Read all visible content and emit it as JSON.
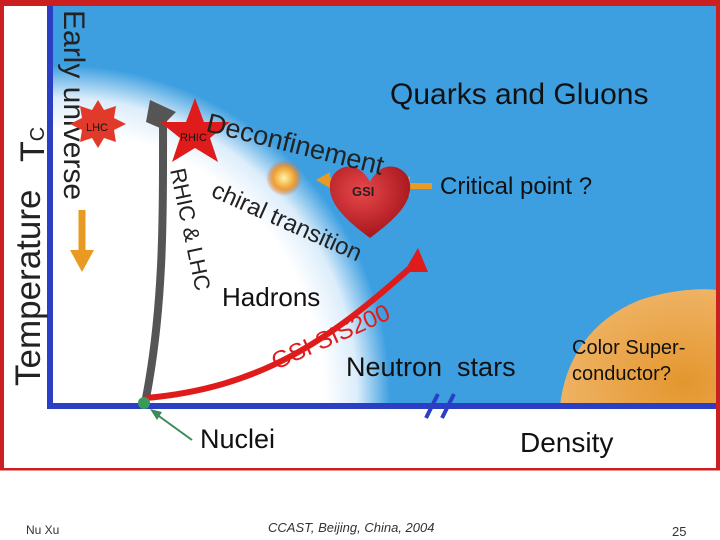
{
  "slide": {
    "y_axis_label": "Temperature",
    "tc_label": "T",
    "tc_subscript": "C",
    "x_axis_label": "Density",
    "nuclei_label": "Nuclei",
    "early_universe": "Early universe",
    "quarks_gluons": "Quarks and Gluons",
    "deconfinement": "Deconfinement",
    "chiral_transition": "chiral transition",
    "critical_point": "Critical point ?",
    "hadrons": "Hadrons",
    "gsi_sis200": "GSI SIS200",
    "neutron_stars": "Neutron  stars",
    "color_super_1": "Color Super-",
    "color_super_2": "conductor?",
    "rhic_lhc": "RHIC & LHC",
    "lhc_badge": "LHC",
    "rhic_badge": "RHIC",
    "gsi_badge": "GSI"
  },
  "footer": {
    "author": "Nu Xu",
    "event": "CCAST, Beijing, China, 2004",
    "page": "25"
  },
  "colors": {
    "frame": "#cc1f1f",
    "sky": "#3d9fe0",
    "axis": "#2b3fc4",
    "arrow_red": "#e01b1b",
    "arrow_gray": "#555555",
    "arrow_orange": "#e89a22",
    "superconductor": "#e8a048"
  }
}
